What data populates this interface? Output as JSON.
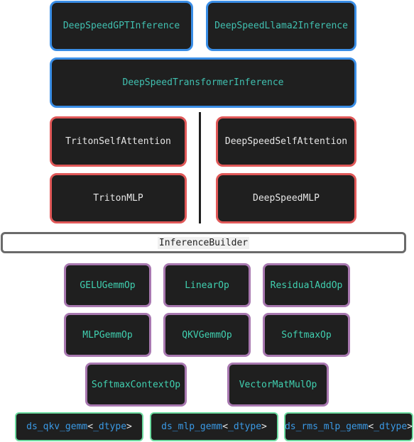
{
  "top_row": [
    "DeepSpeedGPTInference",
    "DeepSpeedLlama2Inference"
  ],
  "transformer": "DeepSpeedTransformerInference",
  "triton": {
    "attention": "TritonSelfAttention",
    "mlp": "TritonMLP"
  },
  "deepspeed": {
    "attention": "DeepSpeedSelfAttention",
    "mlp": "DeepSpeedMLP"
  },
  "builder": "InferenceBuilder",
  "ops": [
    "GELUGemmOp",
    "LinearOp",
    "ResidualAddOp",
    "MLPGemmOp",
    "QKVGemmOp",
    "SoftmaxOp",
    "SoftmaxContextOp",
    "VectorMatMulOp"
  ],
  "kernels": [
    {
      "prefix": "ds_qkv_gemm",
      "lt": "<",
      "suffix": "_dtype",
      "gt": ">"
    },
    {
      "prefix": "ds_mlp_gemm",
      "lt": "<",
      "suffix": "_dtype",
      "gt": ">"
    },
    {
      "prefix": "ds_rms_mlp_gemm",
      "lt": "<",
      "suffix": "_dtype",
      "gt": ">"
    }
  ],
  "colors": {
    "blue_border": "#3a8ee6",
    "red_border": "#e05858",
    "purple_border": "#a878b0",
    "green_border": "#6cdca0",
    "box_fill": "#1f1f1f"
  }
}
